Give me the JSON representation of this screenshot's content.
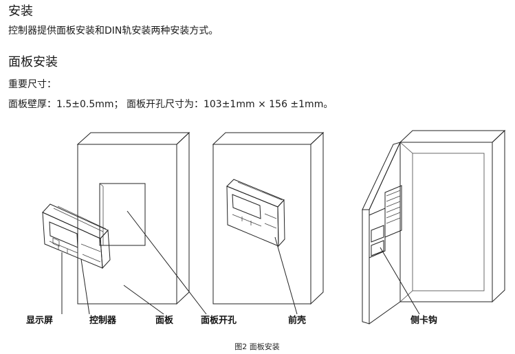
{
  "section": {
    "title": "安装",
    "intro": "控制器提供面板安装和DIN轨安装两种安装方式。"
  },
  "panel_section": {
    "title": "面板安装",
    "key_dims_label": "重要尺寸：",
    "dims_text": "面板壁厚：1.5±0.5mm；  面板开孔尺寸为：103±1mm × 156 ±1mm。"
  },
  "figure": {
    "callouts": {
      "display": "显示屏",
      "controller": "控制器",
      "panel": "面板",
      "panel_cutout": "面板开孔",
      "front_shell": "前壳",
      "side_hook": "侧卡钩"
    },
    "caption": "图2 面板安装"
  }
}
